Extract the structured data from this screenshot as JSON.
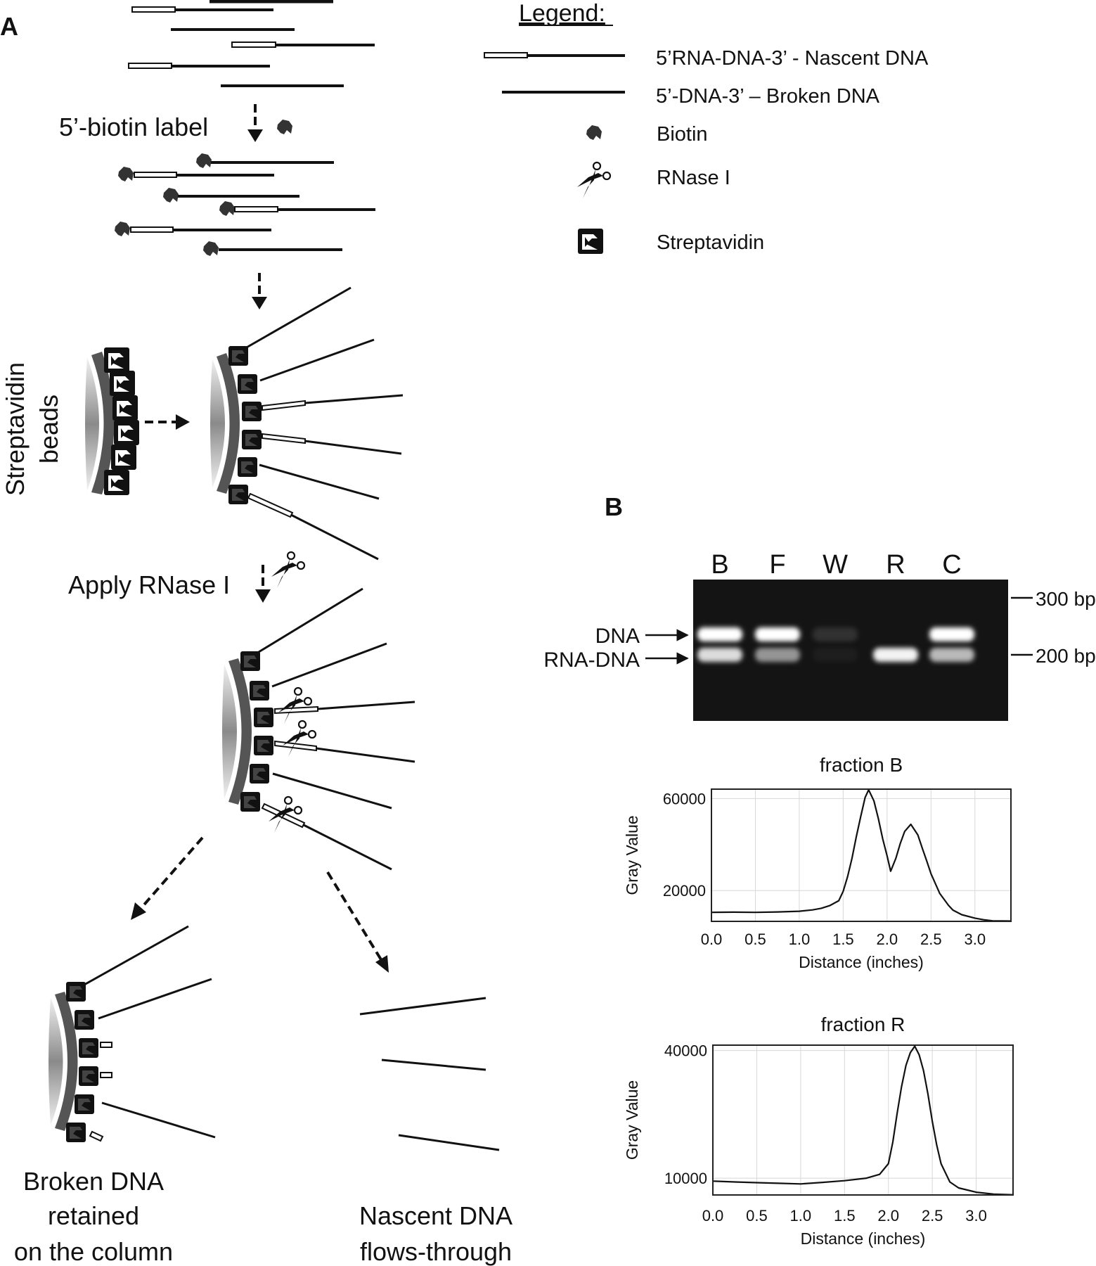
{
  "panels": {
    "a_label": "A",
    "b_label": "B"
  },
  "panel_a": {
    "step_biotin_label": "5’-biotin label",
    "beads_label_line1": "Streptavidin",
    "beads_label_line2": "beads",
    "step_rnase_label": "Apply RNase I",
    "broken_dna_line1": "Broken DNA",
    "broken_dna_line2": "retained",
    "broken_dna_line3": "on the column",
    "nascent_line1": "Nascent DNA",
    "nascent_line2": "flows-through"
  },
  "legend": {
    "title": "Legend:",
    "items": [
      {
        "icon": "rna-dna-strand-icon",
        "label": "5’RNA-DNA-3’ - Nascent DNA"
      },
      {
        "icon": "dna-strand-icon",
        "label": "5’-DNA-3’ – Broken DNA"
      },
      {
        "icon": "biotin-icon",
        "label": "Biotin"
      },
      {
        "icon": "scissors-icon",
        "label": "RNase I"
      },
      {
        "icon": "streptavidin-icon",
        "label": "Streptavidin"
      }
    ]
  },
  "gel": {
    "lanes": [
      "B",
      "F",
      "W",
      "R",
      "C"
    ],
    "band_labels": {
      "dna": "DNA",
      "rna_dna": "RNA-DNA"
    },
    "markers": [
      "300 bp",
      "200 bp"
    ],
    "band_intensity": {
      "B": {
        "dna": 1.0,
        "rna_dna": 0.85
      },
      "F": {
        "dna": 1.0,
        "rna_dna": 0.55
      },
      "W": {
        "dna": 0.12,
        "rna_dna": 0.04
      },
      "R": {
        "dna": 0.0,
        "rna_dna": 0.95
      },
      "C": {
        "dna": 1.0,
        "rna_dna": 0.7
      }
    },
    "colors": {
      "background": "#141414",
      "band": "#ffffff"
    }
  },
  "chart_data": [
    {
      "type": "line",
      "title": "fraction B",
      "xlabel": "Distance (inches)",
      "ylabel": "Gray Value",
      "xlim": [
        0,
        3.41
      ],
      "ylim": [
        6600,
        64100
      ],
      "xticks": [
        "0.0",
        "0.5",
        "1.0",
        "1.5",
        "2.0",
        "2.5",
        "3.0"
      ],
      "xtick_values": [
        0,
        0.5,
        1.0,
        1.5,
        2.0,
        2.5,
        3.0
      ],
      "yticks": [
        "60000",
        "20000"
      ],
      "ytick_values": [
        60000,
        20000
      ],
      "grid": true,
      "x": [
        0.0,
        0.25,
        0.5,
        0.75,
        1.0,
        1.15,
        1.25,
        1.35,
        1.45,
        1.5,
        1.55,
        1.6,
        1.65,
        1.7,
        1.75,
        1.79,
        1.85,
        1.9,
        1.95,
        2.0,
        2.04,
        2.1,
        2.15,
        2.2,
        2.27,
        2.35,
        2.4,
        2.45,
        2.5,
        2.6,
        2.7,
        2.75,
        2.85,
        3.0,
        3.1,
        3.2,
        3.41
      ],
      "y": [
        10500,
        10600,
        10500,
        10700,
        11000,
        11600,
        12300,
        13500,
        15600,
        19700,
        26000,
        34000,
        43500,
        52300,
        60500,
        63800,
        59000,
        51300,
        42500,
        35000,
        28400,
        34000,
        40500,
        45700,
        48800,
        44200,
        38500,
        33000,
        27300,
        18700,
        13500,
        11500,
        9500,
        8000,
        7300,
        6850,
        6750
      ]
    },
    {
      "type": "line",
      "title": "fraction R",
      "xlabel": "Distance (inches)",
      "ylabel": "Gray Value",
      "xlim": [
        0,
        3.42
      ],
      "ylim": [
        6050,
        41250
      ],
      "xticks": [
        "0.0",
        "0.5",
        "1.0",
        "1.5",
        "2.0",
        "2.5",
        "3.0"
      ],
      "xtick_values": [
        0,
        0.5,
        1.0,
        1.5,
        2.0,
        2.5,
        3.0
      ],
      "yticks": [
        "40000",
        "10000"
      ],
      "ytick_values": [
        40000,
        10000
      ],
      "grid": true,
      "x": [
        0.0,
        0.25,
        0.5,
        0.75,
        1.0,
        1.25,
        1.5,
        1.75,
        1.9,
        2.0,
        2.05,
        2.1,
        2.15,
        2.2,
        2.25,
        2.3,
        2.35,
        2.4,
        2.45,
        2.5,
        2.55,
        2.6,
        2.7,
        2.8,
        2.9,
        3.0,
        3.2,
        3.42
      ],
      "y": [
        9300,
        9100,
        8950,
        8800,
        8650,
        9000,
        9400,
        10000,
        10900,
        13400,
        18500,
        25300,
        31500,
        36500,
        39500,
        41000,
        39000,
        35300,
        29800,
        23400,
        17800,
        13400,
        9100,
        7700,
        7200,
        6700,
        6250,
        6100
      ]
    }
  ]
}
